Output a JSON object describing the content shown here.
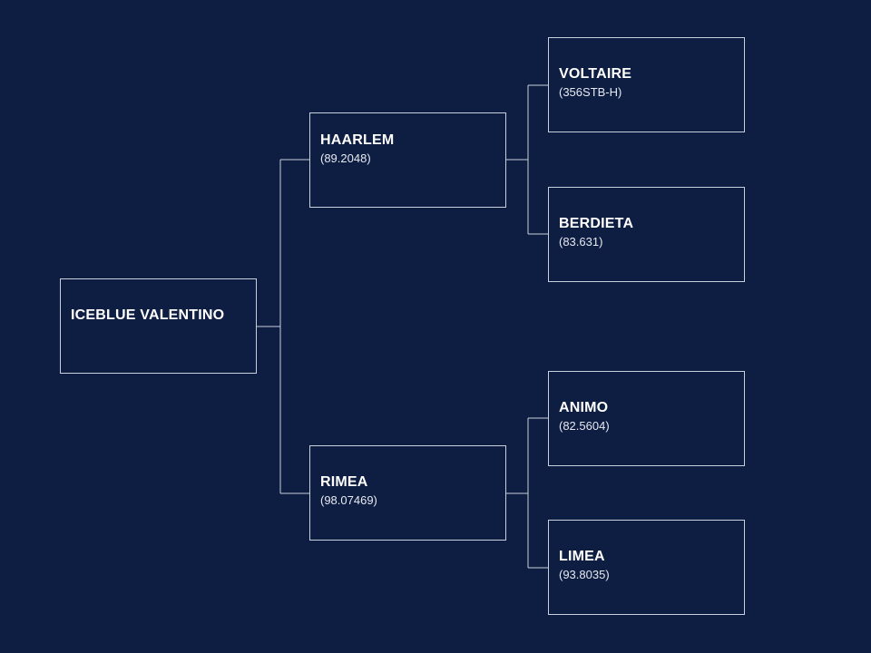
{
  "pedigree": {
    "subject": {
      "name": "ICEBLUE VALENTINO",
      "code": ""
    },
    "sire": {
      "name": "HAARLEM",
      "code": "(89.2048)"
    },
    "dam": {
      "name": "RIMEA",
      "code": "(98.07469)"
    },
    "sire_sire": {
      "name": "VOLTAIRE",
      "code": "(356STB-H)"
    },
    "sire_dam": {
      "name": "BERDIETA",
      "code": "(83.631)"
    },
    "dam_sire": {
      "name": "ANIMO",
      "code": "(82.5604)"
    },
    "dam_dam": {
      "name": "LIMEA",
      "code": "(93.8035)"
    }
  },
  "colors": {
    "background": "#0e1d42",
    "line": "#c9cfdb",
    "text": "#ffffff"
  }
}
